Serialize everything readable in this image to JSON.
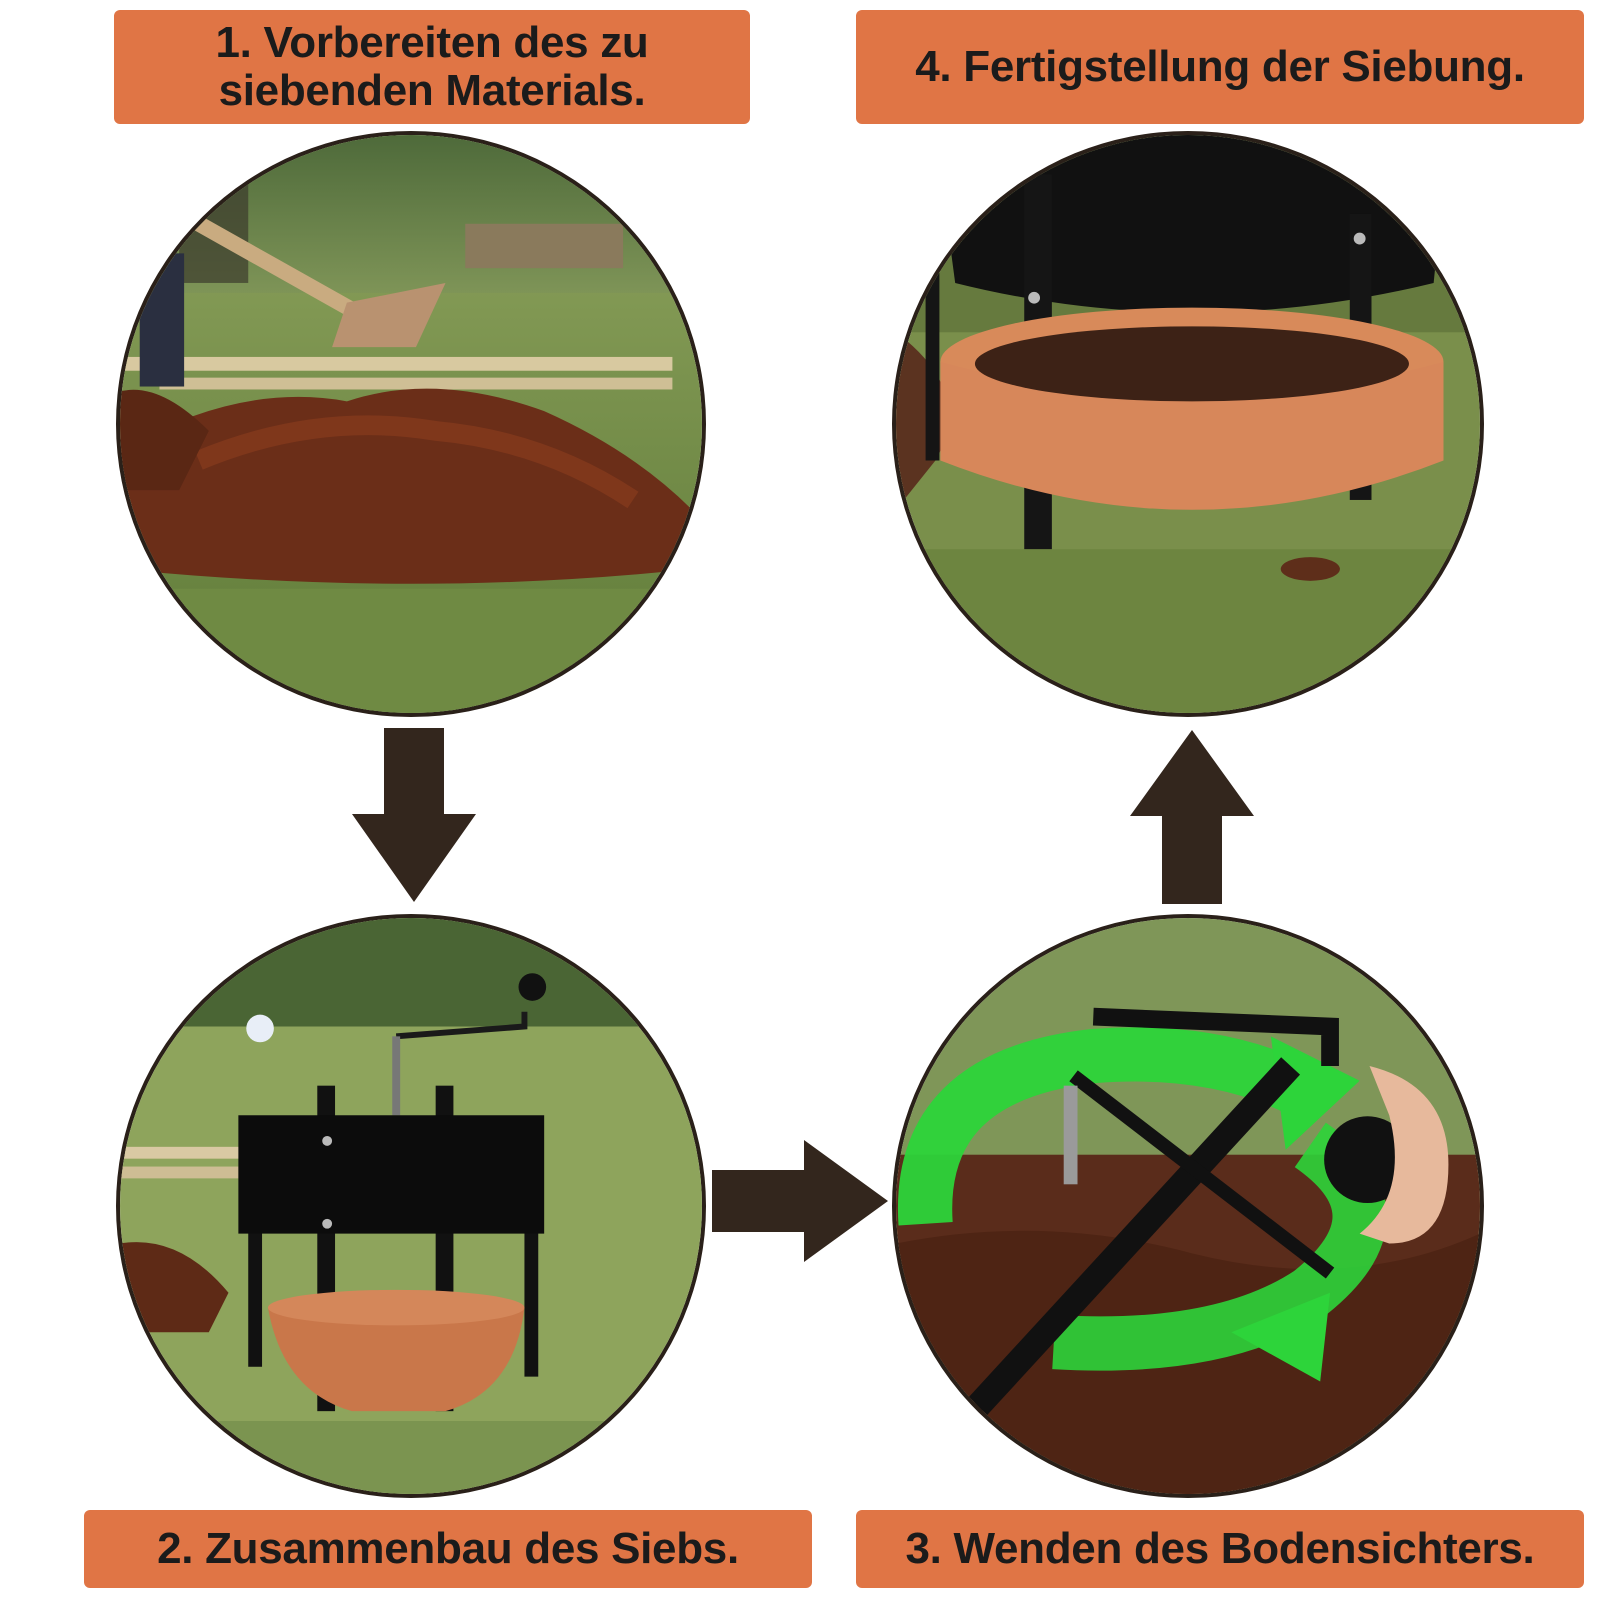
{
  "steps": [
    {
      "number": 1,
      "label": "1. Vorbereiten des zu\nsiebenden Materials."
    },
    {
      "number": 2,
      "label": "2. Zusammenbau des Siebs."
    },
    {
      "number": 3,
      "label": "3. Wenden des Bodensichters."
    },
    {
      "number": 4,
      "label": "4. Fertigstellung der Siebung."
    }
  ],
  "colors": {
    "label_background": "#e07545",
    "label_text": "#1b1b1b",
    "arrow": "#33261d",
    "circle_border": "#2a2019",
    "rotation_arrow": "#2dd43a"
  },
  "icons": [
    "arrow-down-icon",
    "arrow-right-icon",
    "arrow-up-icon",
    "rotation-arrow-icon"
  ]
}
